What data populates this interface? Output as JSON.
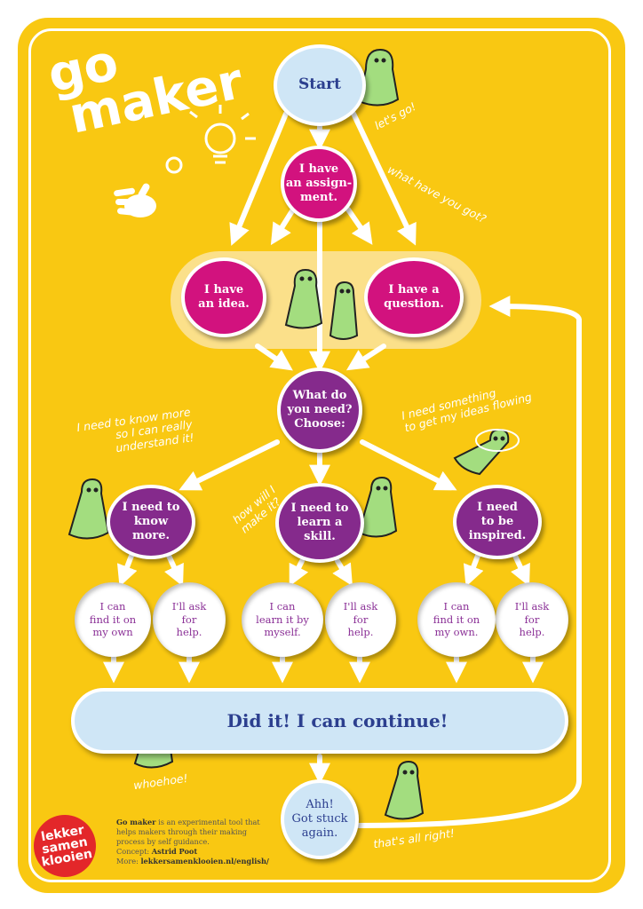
{
  "poster": {
    "title_lines": [
      "go",
      "maker"
    ],
    "colors": {
      "background": "#f9c812",
      "start": "#cfe6f6",
      "step": "#d2127e",
      "choice": "#852a8c",
      "option": "#ffffff",
      "arrow": "#ffffff"
    }
  },
  "nodes": {
    "start": "Start",
    "assignment": "I have\nan assign-\nment.",
    "idea": "I have\nan idea.",
    "question": "I have a\nquestion.",
    "need": "What do\nyou need?\nChoose:",
    "know_more": "I need to\nknow\nmore.",
    "learn_skill": "I need to\nlearn a\nskill.",
    "inspired": "I need\nto be\ninspired.",
    "opt1": "I can\nfind it on\nmy own",
    "opt2": "I'll ask\nfor\nhelp.",
    "opt3": "I can\nlearn it by\nmyself.",
    "opt4": "I'll ask\nfor\nhelp.",
    "opt5": "I can\nfind it on\nmy own.",
    "opt6": "I'll ask\nfor\nhelp.",
    "did_it": "Did it! I can continue!",
    "stuck": "Ahh!\nGot stuck\nagain."
  },
  "annotations": {
    "lets_go": "let's go!",
    "what_have": "what have you got?",
    "know_more_note": "I need to know more\nso I can really\nunderstand it!",
    "how_make": "how will I\nmake it?",
    "flowing": "I need something\nto get my ideas flowing",
    "whoehoel": "whoehoe!",
    "all_right": "that's all right!"
  },
  "brand": {
    "logo": "lekker\nsamen\nklooien"
  },
  "footer": {
    "intro_bold": "Go maker",
    "intro_rest": " is an experimental tool that helps makers through their making process by self guidance.",
    "concept_label": "Concept: ",
    "concept_name": "Astrid Poot",
    "more_label": "More: ",
    "more_link": "lekkersamenklooien.nl/english/"
  }
}
